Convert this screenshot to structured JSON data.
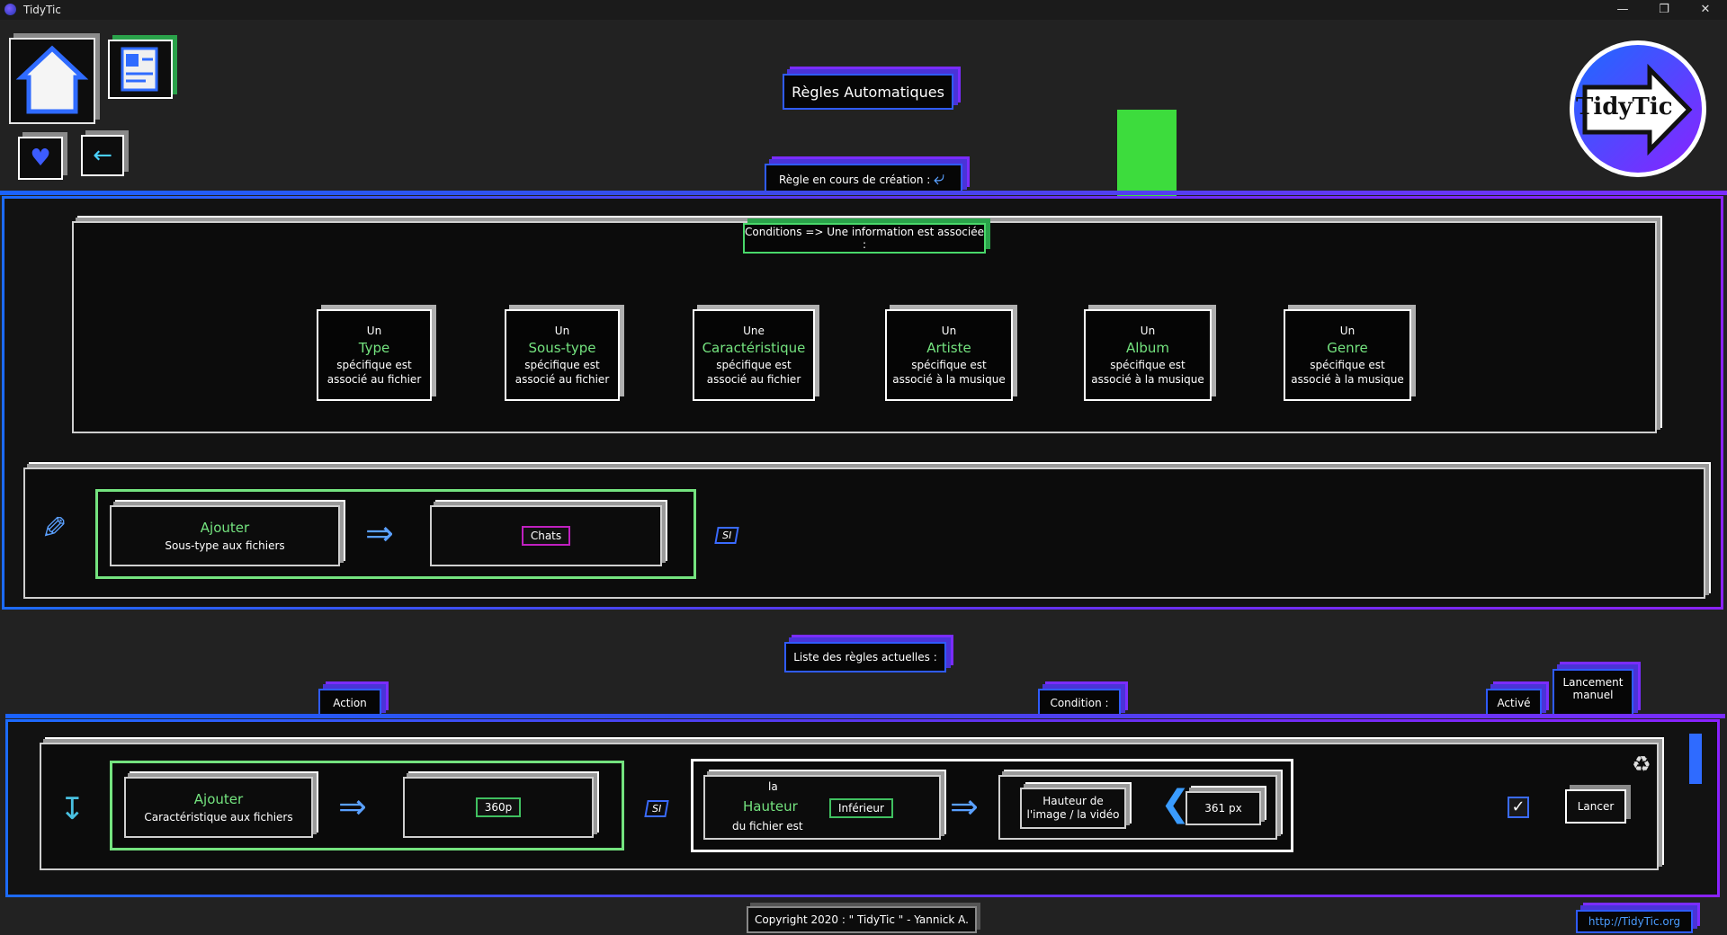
{
  "window": {
    "title": "TidyTic"
  },
  "header": {
    "page_title": "Règles Automatiques",
    "rule_in_progress_label": "Règle en cours de création :"
  },
  "logo": {
    "text": "TidyTic"
  },
  "conditions": {
    "title": "Conditions => Une information est associée :",
    "cards": [
      {
        "pre": "Un",
        "name": "Type",
        "post1": "spécifique est",
        "post2": "associé au fichier"
      },
      {
        "pre": "Un",
        "name": "Sous-type",
        "post1": "spécifique est",
        "post2": "associé au fichier"
      },
      {
        "pre": "Une",
        "name": "Caractéristique",
        "post1": "spécifique est",
        "post2": "associé au fichier"
      },
      {
        "pre": "Un",
        "name": "Artiste",
        "post1": "spécifique est",
        "post2": "associé à la musique"
      },
      {
        "pre": "Un",
        "name": "Album",
        "post1": "spécifique est",
        "post2": "associé à la musique"
      },
      {
        "pre": "Un",
        "name": "Genre",
        "post1": "spécifique est",
        "post2": "associé à la musique"
      }
    ]
  },
  "draft_rule": {
    "action_verb": "Ajouter",
    "action_target": "Sous-type aux fichiers",
    "value": "Chats",
    "si": "SI"
  },
  "rules_list": {
    "title": "Liste des règles actuelles :",
    "col_action": "Action",
    "col_condition": "Condition :",
    "col_active": "Activé",
    "col_manual_1": "Lancement",
    "col_manual_2": "manuel",
    "rows": [
      {
        "action_verb": "Ajouter",
        "action_target": "Caractéristique aux fichiers",
        "value": "360p",
        "si": "SI",
        "cond_pre": "la",
        "cond_name": "Hauteur",
        "cond_post": "du fichier est",
        "comparator": "Inférieur",
        "field_1": "Hauteur de",
        "field_2": "l'image / la vidéo",
        "threshold": "361 px",
        "run_label": "Lancer"
      }
    ]
  },
  "footer": {
    "copyright": "Copyright 2020 : \" TidyTic \" - Yannick A.",
    "url": "http://TidyTic.org"
  },
  "colors": {
    "accent_green": "#74e37f",
    "accent_blue": "#2f5bff",
    "accent_purple": "#7a2cff",
    "pointer_green": "#3ddc3d"
  }
}
